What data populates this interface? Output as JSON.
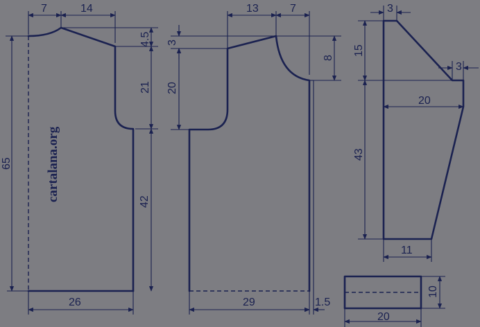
{
  "watermark": "cartalana.org",
  "back": {
    "neck_width": "7",
    "shoulder_width": "14",
    "shoulder_drop": "4.5",
    "armhole_depth": "21",
    "side_length": "42",
    "total_length": "65",
    "half_width": "26"
  },
  "front": {
    "shoulder_width": "13",
    "neck_width": "7",
    "shoulder_drop": "3",
    "neck_depth": "8",
    "armhole_depth": "20",
    "half_width": "29",
    "placket": "1.5"
  },
  "sleeve": {
    "top_width": "3",
    "cap_depth": "15",
    "cap_step": "3",
    "upper_width": "20",
    "length": "43",
    "cuff_width": "11"
  },
  "band": {
    "height": "10",
    "width": "20"
  }
}
